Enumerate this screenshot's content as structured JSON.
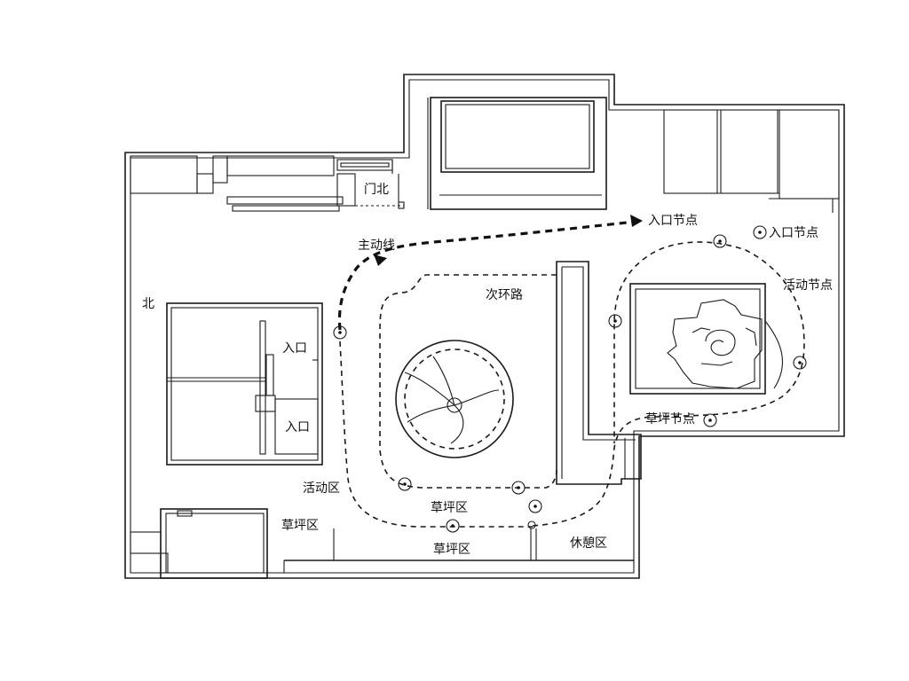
{
  "labels": {
    "door_north": "门北",
    "north": "北",
    "main_route": "主动线",
    "secondary_loop": "次环路",
    "entrance_upper": "入口",
    "entrance_lower": "入口",
    "entrance_node_1": "入口节点",
    "entrance_node_2": "入口节点",
    "activity_node": "活动节点",
    "lawn_node": "草坪节点",
    "activity_zone": "活动区",
    "lawn_zone_left": "草坪区",
    "lawn_zone_center": "草坪区",
    "lawn_zone_bottom": "草坪区",
    "rest_zone": "休憩区"
  },
  "colors": {
    "line": "#1a1a1a",
    "background": "#ffffff"
  }
}
